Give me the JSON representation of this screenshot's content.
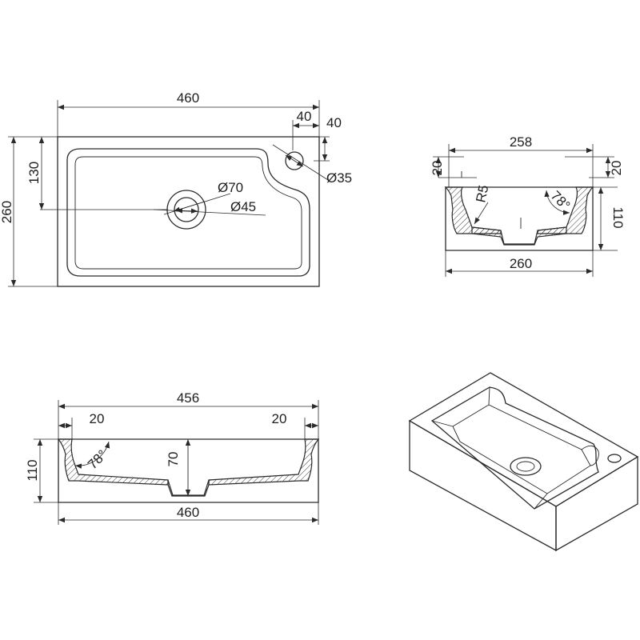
{
  "views": {
    "top": {
      "width": "460",
      "depth": "260",
      "tap_offset_x": "40",
      "tap_offset_y": "40",
      "inner_half": "130",
      "waste_outer": "Ø70",
      "waste_inner": "Ø45",
      "tap_hole": "Ø35"
    },
    "side_section": {
      "inner_width": "258",
      "outer_width": "260",
      "rim_left": "20",
      "rim_right": "20",
      "height": "110",
      "radius": "R5",
      "angle": "78°"
    },
    "front_section": {
      "inner_width": "456",
      "outer_width": "460",
      "rim_left": "20",
      "rim_right": "20",
      "height": "110",
      "bowl_depth": "70",
      "angle": "78°"
    }
  }
}
